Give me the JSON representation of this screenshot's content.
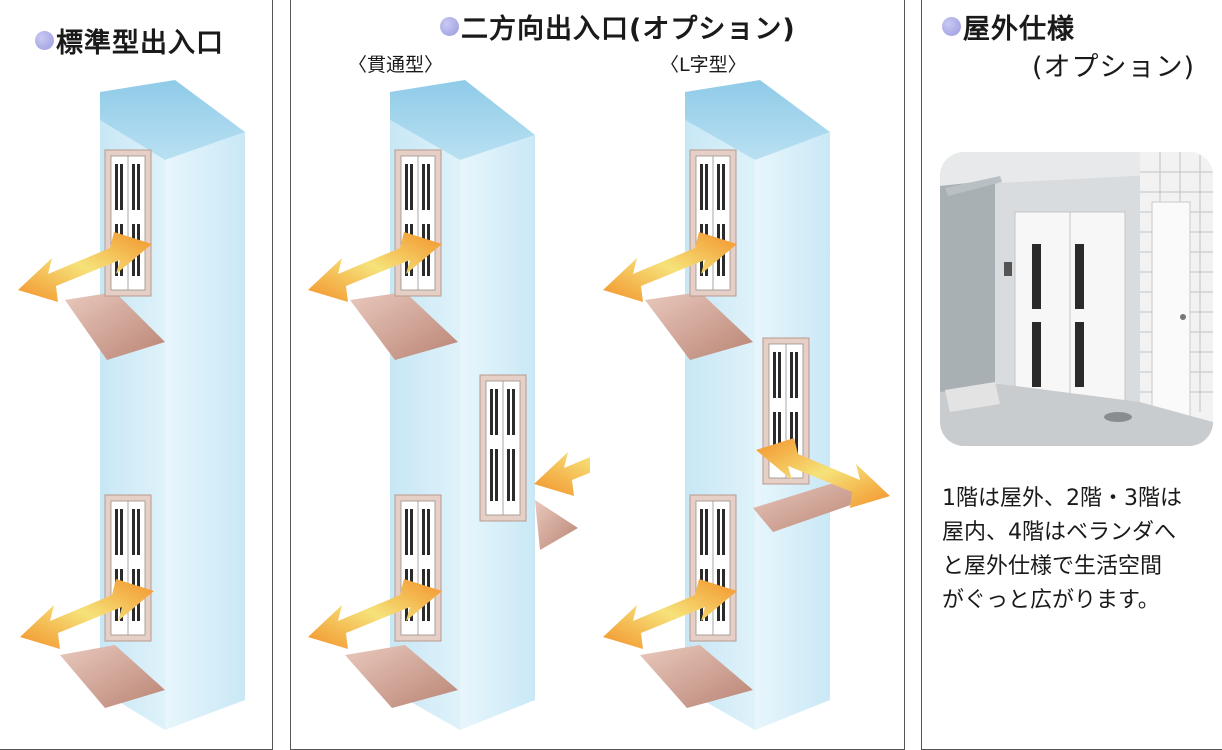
{
  "panels": {
    "standard": {
      "title": "標準型出入口"
    },
    "two_way": {
      "title": "二方向出入口(オプション)",
      "through_label": "〈貫通型〉",
      "l_label": "〈L字型〉"
    },
    "outdoor": {
      "title_line1": "屋外仕様",
      "title_line2": "(オプション)",
      "description_lines": [
        "1階は屋外、2階・3階は",
        "屋内、4階はベランダへ",
        "と屋外仕様で生活空間",
        "がぐっと広がります。"
      ]
    }
  },
  "colors": {
    "shaft_blue": "#bfe3f3",
    "arrow_orange": "#f39a2c",
    "arrow_yellow": "#f6e87a",
    "bullet": "#a8a8e8"
  }
}
